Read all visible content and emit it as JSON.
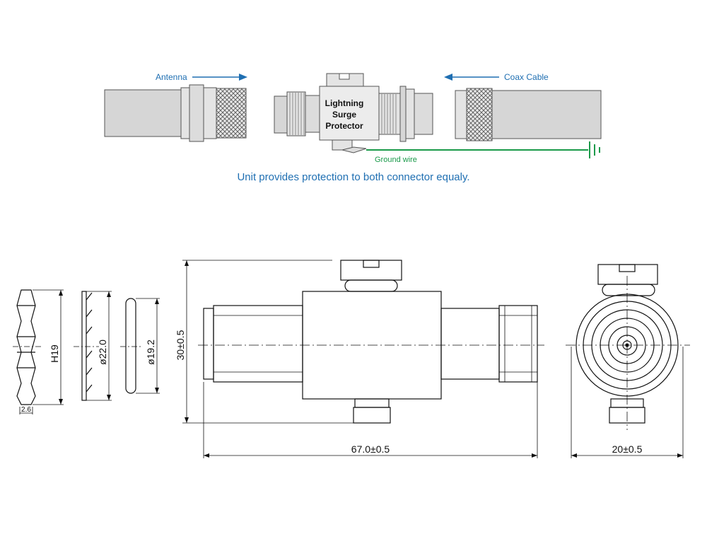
{
  "top_diagram": {
    "antenna_label": "Antenna",
    "coax_label": "Coax Cable",
    "protector_label_line1": "Lightning",
    "protector_label_line2": "Surge",
    "protector_label_line3": "Protector",
    "ground_label": "Ground wire",
    "caption": "Unit provides protection to both connector equaly.",
    "colors": {
      "arrow_blue": "#1f6fb2",
      "caption_blue": "#1f6fb2",
      "ground_green": "#1a9a4a",
      "cable_fill": "#d6d6d6",
      "metal_fill": "#e4e4e4",
      "outline": "#555555"
    }
  },
  "drawing": {
    "nut_height": "H19",
    "nut_thickness": "2.6",
    "washer_diameter": "ø22.0",
    "oring_diameter": "ø19.2",
    "body_height": "30±0.5",
    "body_length": "67.0±0.5",
    "end_width": "20±0.5"
  }
}
